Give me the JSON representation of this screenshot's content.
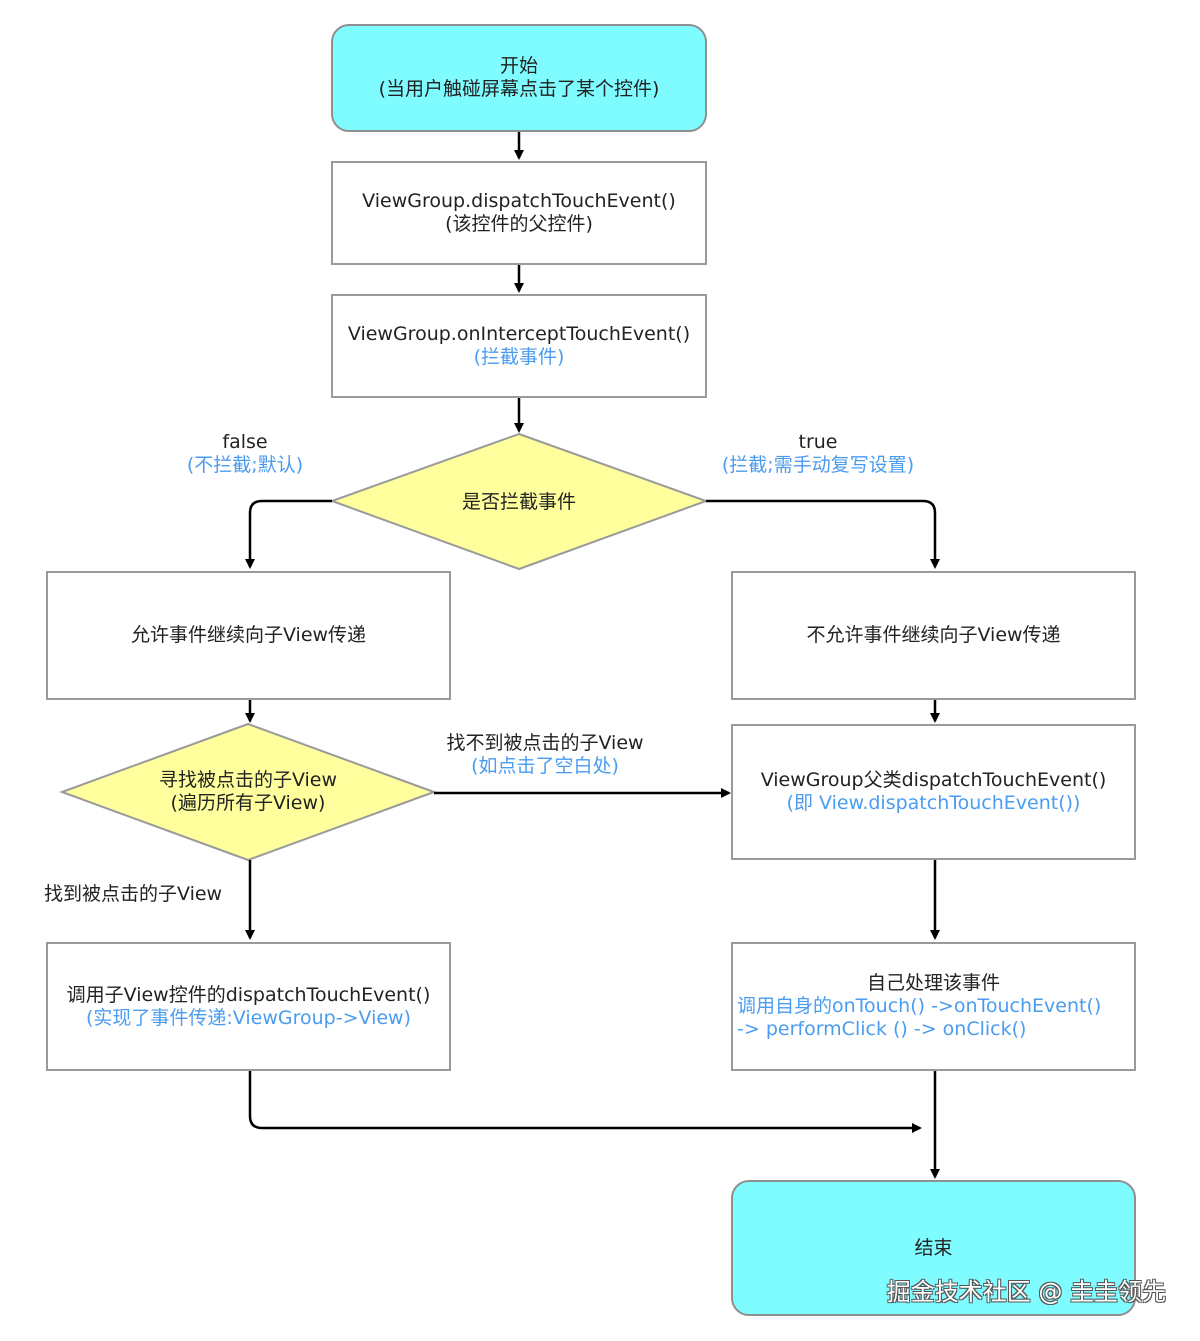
{
  "nodes": {
    "start": {
      "line1": "开始",
      "line2": "(当用户触碰屏幕点击了某个控件)"
    },
    "dispatch": {
      "line1": "ViewGroup.dispatchTouchEvent()",
      "line2": "(该控件的父控件)"
    },
    "intercept": {
      "line1": "ViewGroup.onInterceptTouchEvent()",
      "line2": "(拦截事件)"
    },
    "decision_intercept": {
      "text": "是否拦截事件"
    },
    "allow": {
      "text": "允许事件继续向子View传递"
    },
    "disallow": {
      "text": "不允许事件继续向子View传递"
    },
    "find_child": {
      "line1": "寻找被点击的子View",
      "line2": "(遍历所有子View)"
    },
    "parent_dispatch": {
      "line1": "ViewGroup父类dispatchTouchEvent()",
      "line2": "(即 View.dispatchTouchEvent())"
    },
    "call_child": {
      "line1": "调用子View控件的dispatchTouchEvent()",
      "line2": "(实现了事件传递:ViewGroup->View)"
    },
    "self_handle": {
      "line1": "自己处理该事件",
      "line2": "调用自身的onTouch() ->onTouchEvent()",
      "line3": "-> performClick () -> onClick()"
    },
    "end": {
      "text": "结束"
    }
  },
  "labels": {
    "false_title": "false",
    "false_sub": "(不拦截;默认)",
    "true_title": "true",
    "true_sub": "(拦截;需手动复写设置)",
    "not_found_title": "找不到被点击的子View",
    "not_found_sub": "(如点击了空白处)",
    "found": "找到被点击的子View"
  },
  "watermark": "掘金技术社区 @ 圭圭领先",
  "colors": {
    "terminal_fill": "#7ffcff",
    "decision_fill": "#ffff9e",
    "note_text": "#4a9cf0",
    "border": "#9a9a9a",
    "arrow": "#000000"
  }
}
